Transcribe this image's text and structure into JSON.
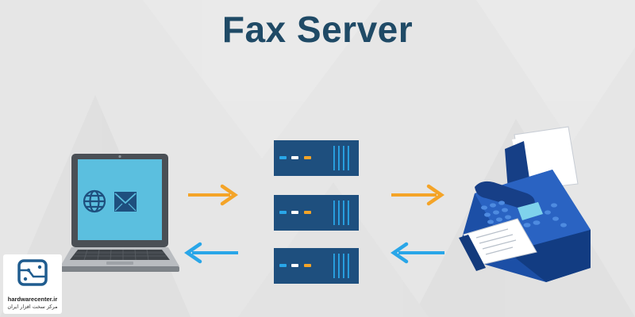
{
  "title": "Fax Server",
  "colors": {
    "background": "#e6e6e6",
    "title": "#1f4a66",
    "server": "#1e4f7e",
    "arrow_out": "#f4a428",
    "arrow_in": "#29a6e8",
    "screen": "#5bbfdf",
    "fax_body": "#1c4fa6",
    "laptop_frame": "#4a4f55"
  },
  "nodes": {
    "laptop": {
      "screen_icons": [
        "globe-icon",
        "envelope-icon"
      ]
    },
    "servers": {
      "count": 3
    },
    "fax": {}
  },
  "flows": [
    {
      "from": "laptop",
      "to": "servers",
      "direction": "forward",
      "color": "orange"
    },
    {
      "from": "servers",
      "to": "fax",
      "direction": "forward",
      "color": "orange"
    },
    {
      "from": "fax",
      "to": "servers",
      "direction": "back",
      "color": "blue"
    },
    {
      "from": "servers",
      "to": "laptop",
      "direction": "back",
      "color": "blue"
    }
  ],
  "watermark": {
    "site": "hardwarecenter.ir",
    "tagline": "مرکز سخت افزار ایران"
  }
}
